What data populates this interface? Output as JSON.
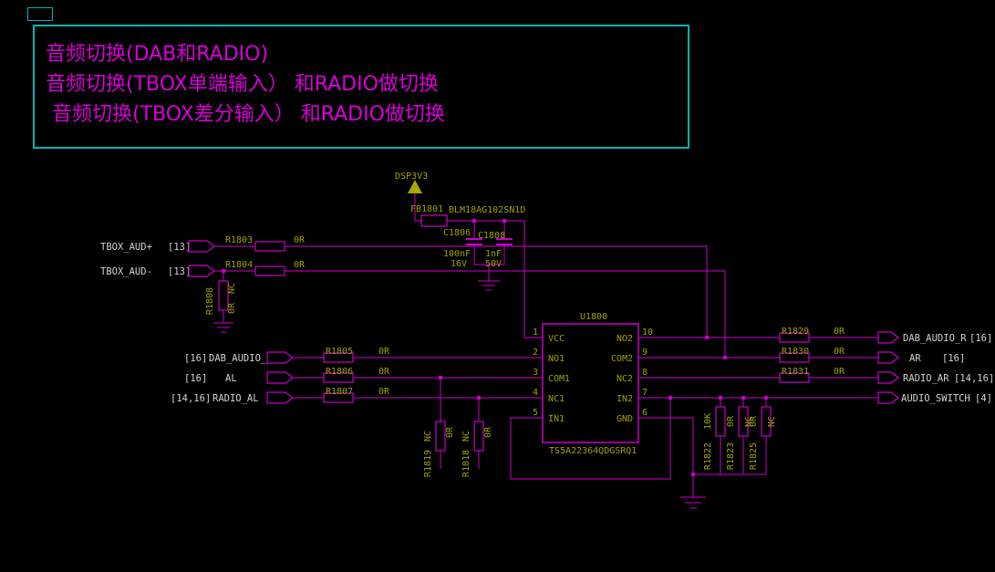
{
  "title": {
    "line1": "音频切换(DAB和RADIO)",
    "line2": "音频切换(TBOX单端输入） 和RADIO做切换",
    "line3": " 音频切换(TBOX差分输入） 和RADIO做切换"
  },
  "power": {
    "net": "DSP3V3"
  },
  "fb": {
    "ref": "FB1801",
    "part": "BLM18AG102SN1D"
  },
  "c1806": {
    "ref": "C1806",
    "val": "100nF",
    "volt": "16V"
  },
  "c1808": {
    "ref": "C1808",
    "val": "1nF",
    "volt": "50V"
  },
  "pL": [
    {
      "name": "TBOX_AUD+",
      "page": "[13]"
    },
    {
      "name": "TBOX_AUD-",
      "page": "[13]"
    },
    {
      "name": "DAB_AUDIO_L",
      "page": "[16]"
    },
    {
      "name": "AL",
      "page": "[16]"
    },
    {
      "name": "RADIO_AL",
      "page": "[14,16]"
    }
  ],
  "pR": [
    {
      "name": "DAB_AUDIO_R",
      "page": "[16]"
    },
    {
      "name": "AR",
      "page": "[16]"
    },
    {
      "name": "RADIO_AR",
      "page": "[14,16]"
    },
    {
      "name": "AUDIO_SWITCH",
      "page": "[4]"
    }
  ],
  "rh": [
    {
      "ref": "R1803",
      "val": "0R"
    },
    {
      "ref": "R1804",
      "val": "0R"
    },
    {
      "ref": "R1805",
      "val": "0R"
    },
    {
      "ref": "R1806",
      "val": "0R"
    },
    {
      "ref": "R1807",
      "val": "0R"
    },
    {
      "ref": "R1829",
      "val": "0R"
    },
    {
      "ref": "R1830",
      "val": "0R"
    },
    {
      "ref": "R1831",
      "val": "0R"
    }
  ],
  "rv": [
    {
      "ref": "R1808",
      "val": "0R",
      "fit": "NC"
    },
    {
      "ref": "R1819",
      "val": "0R",
      "fit": "NC"
    },
    {
      "ref": "R1818",
      "val": "0R",
      "fit": "NC"
    },
    {
      "ref": "R1822",
      "val": "10K",
      "fit": ""
    },
    {
      "ref": "R1823",
      "val": "0R",
      "fit": "NC"
    },
    {
      "ref": "R1825",
      "val": "0R",
      "fit": "NC"
    }
  ],
  "ic": {
    "ref": "U1800",
    "part": "TS5A22364QDGSRQ1",
    "pl": [
      {
        "n": "1",
        "nm": "VCC"
      },
      {
        "n": "2",
        "nm": "NO1"
      },
      {
        "n": "3",
        "nm": "COM1"
      },
      {
        "n": "4",
        "nm": "NC1"
      },
      {
        "n": "5",
        "nm": "IN1"
      }
    ],
    "pr": [
      {
        "n": "10",
        "nm": "NO2"
      },
      {
        "n": "9",
        "nm": "COM2"
      },
      {
        "n": "8",
        "nm": "NC2"
      },
      {
        "n": "7",
        "nm": "IN2"
      },
      {
        "n": "6",
        "nm": "GND"
      }
    ]
  },
  "colors": {
    "background": "#000000",
    "wire": "#A800A8",
    "component": "#C800C8",
    "annotation": "#A0A000",
    "net_text": "#D2D2D2",
    "title_text": "#D800D8",
    "frame": "#00B3B3"
  }
}
